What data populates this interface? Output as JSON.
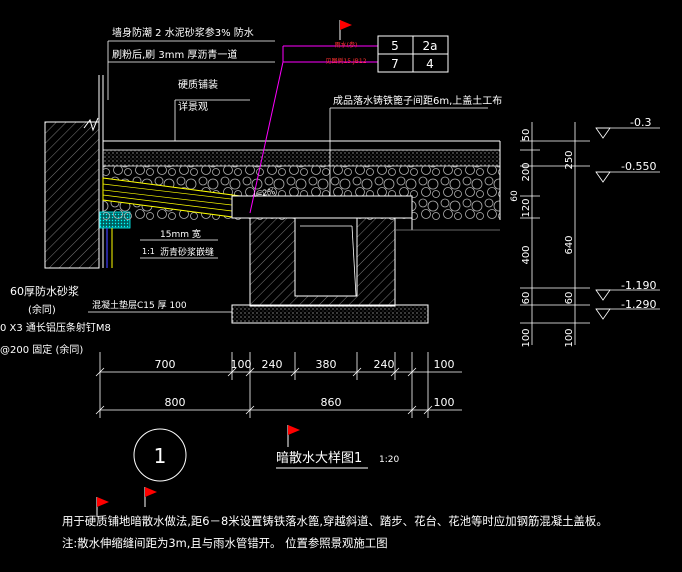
{
  "notes": {
    "wall_line1": "墙身防潮 2  水泥砂浆参3% 防水",
    "wall_line2": "刷粉后,刷 3mm  厚沥青一道",
    "paving1": "硬质铺装",
    "paving2": "详景观",
    "grate": "成品落水铸铁篦子间距6m,上盖土工布",
    "mortar_width": "15mm  宽",
    "asphalt_joint": "沥青砂浆嵌缝",
    "slope": "1:1",
    "waterproof_mortar": "60厚防水砂浆",
    "same_as_left": "(余同)",
    "bolt": "0 X3 通长铝压条射钉M8",
    "fix": "@200 固定 (余同)",
    "cushion": "混凝土垫层C15  厚 100",
    "i_label": "i=2%",
    "red_note1": "雨水(参)",
    "red_note2": "见图例15.JB12"
  },
  "index_table": {
    "c1": "5",
    "c2": "2a",
    "c3": "7",
    "c4": "4"
  },
  "vertical_dims": [
    "50",
    "200",
    "120",
    "400",
    "60",
    "100",
    "250",
    "640",
    "60",
    "100"
  ],
  "elevations": [
    "-0.3",
    "-0.550",
    "-1.190",
    "-1.290"
  ],
  "horizontal_dims_row1": [
    "700",
    "100",
    "240",
    "380",
    "240",
    "100"
  ],
  "horizontal_dims_row2": [
    "800",
    "860",
    "100"
  ],
  "detail": {
    "number": "1",
    "title": "暗散水大样图1",
    "scale": "1:20"
  },
  "bottom_notes": {
    "line1": "用于硬质铺地暗散水做法,距6－8米设置铸铁落水篦,穿越斜道、踏步、花台、花池等时应加钢筋混凝土盖板。",
    "line2": "注:散水伸缩缝间距为3m,且与雨水管错开。   位置参照景观施工图"
  },
  "colors": {
    "background": "#000000",
    "text": "#ffffff",
    "dimension": "#ffffff",
    "magenta": "#ff00ff",
    "yellow": "#ffff00",
    "cyan": "#00ffff",
    "flag": "#ff0000",
    "grey": "#b4b4b4"
  }
}
